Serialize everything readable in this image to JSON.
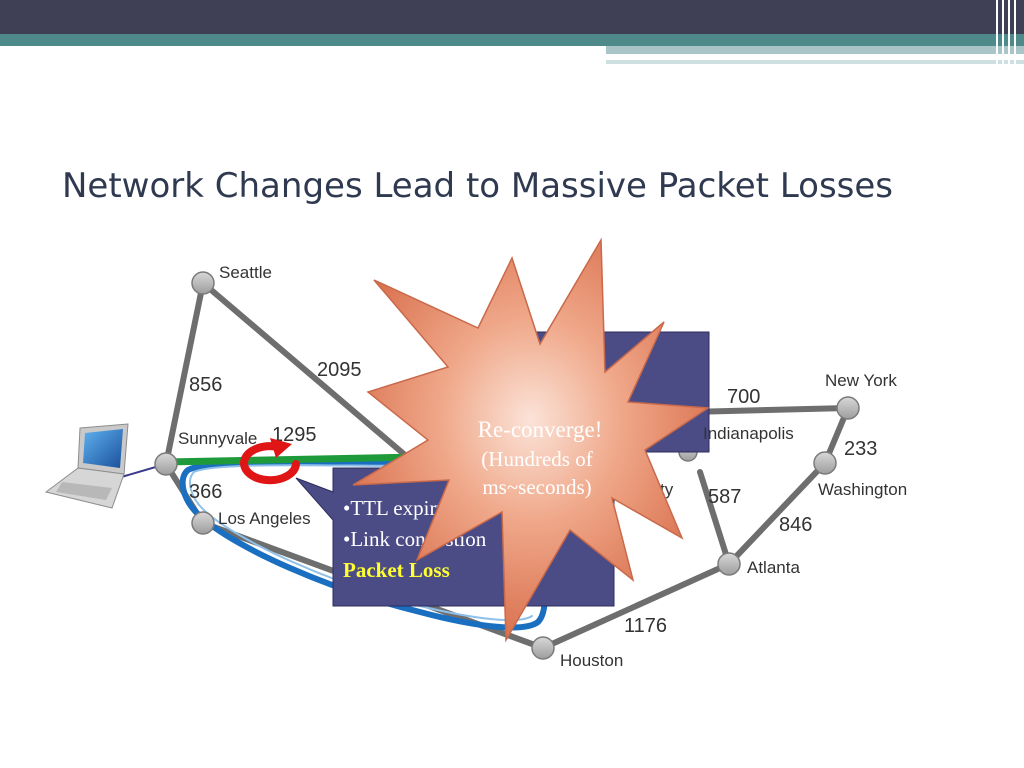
{
  "slide": {
    "title": "Network Changes Lead to Massive Packet Losses"
  },
  "diagram": {
    "cities": {
      "seattle": "Seattle",
      "sunnyvale": "Sunnyvale",
      "los_angeles": "Los Angeles",
      "new_york": "New York",
      "indianapolis": "Indianapolis",
      "washington": "Washington",
      "kansas_city": "City",
      "atlanta": "Atlanta",
      "houston": "Houston"
    },
    "distances": {
      "seattle_sunnyvale": "856",
      "seattle_denver": "2095",
      "sunnyvale_denver": "1295",
      "sunnyvale_la": "366",
      "indy_newyork": "700",
      "newyork_washington": "233",
      "kc_atlanta": "587",
      "washington_atlanta": "846",
      "houston_atlanta": "1176"
    },
    "popup": {
      "line1": "•TTL expiry",
      "line2": "•Link congestion",
      "line3": "Packet Loss"
    },
    "starburst": {
      "line1": "Re-converge!",
      "line2": "(Hundreds of",
      "line3": "ms~seconds)"
    },
    "colors": {
      "link": "#6e6e6e",
      "node": "#b3b3b3",
      "green_path": "#1f9a3a",
      "blue_path": "#1a6fc0",
      "popup_bg": "#4b4b85",
      "star_fill": "#e58766",
      "loop_red": "#e01515"
    }
  }
}
